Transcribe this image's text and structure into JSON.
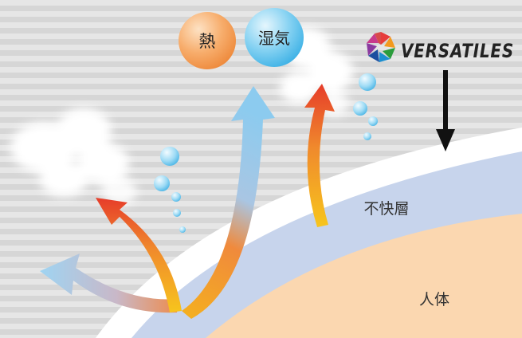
{
  "bubbles": {
    "heat_label": "熱",
    "humidity_label": "湿気"
  },
  "logo": {
    "text": "VERSATILES"
  },
  "layers": {
    "discomfort_layer_label": "不快層",
    "body_label": "人体"
  },
  "colors": {
    "background": "#dcdcdc",
    "stripe": "#e7e7e7",
    "fabric_white": "#ffffff",
    "discomfort_layer": "#c6d3ec",
    "body": "#fad7b1",
    "heat_bubble": "#f6a05a",
    "humidity_bubble": "#6cc6ee",
    "arrow_hot_start": "#f6c21b",
    "arrow_hot_end": "#e8402a",
    "arrow_cool": "#8ccbef",
    "down_arrow": "#111111"
  }
}
